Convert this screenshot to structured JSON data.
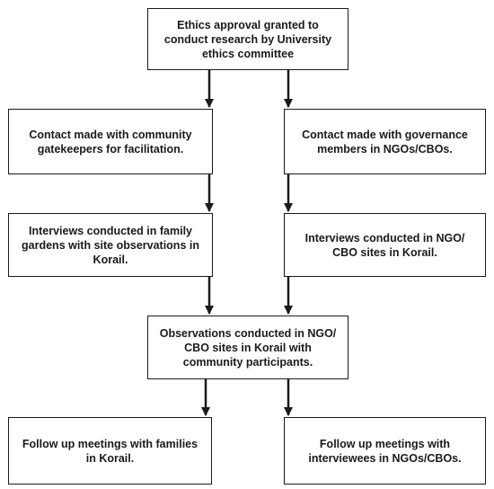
{
  "nodes": {
    "ethics_approval": "Ethics approval granted to\nconduct research by University\nethics committee",
    "contact_gatekeepers": "Contact made with community\ngatekeepers for facilitation.",
    "contact_governance": "Contact made with governance\nmembers in NGOs/CBOs.",
    "interviews_gardens": "Interviews conducted in family\ngardens with site observations in\nKorail.",
    "interviews_ngo": "Interviews conducted in NGO/\nCBO sites in Korail.",
    "observations": "Observations conducted in NGO/\nCBO sites in Korail with\ncommunity participants.",
    "followup_families": "Follow up meetings with families\nin Korail.",
    "followup_interviewees": "Follow up meetings with\ninterviewees in NGOs/CBOs."
  },
  "colors": {
    "border": "#1a1a1a",
    "text": "#1a1a1a",
    "background": "#ffffff"
  }
}
